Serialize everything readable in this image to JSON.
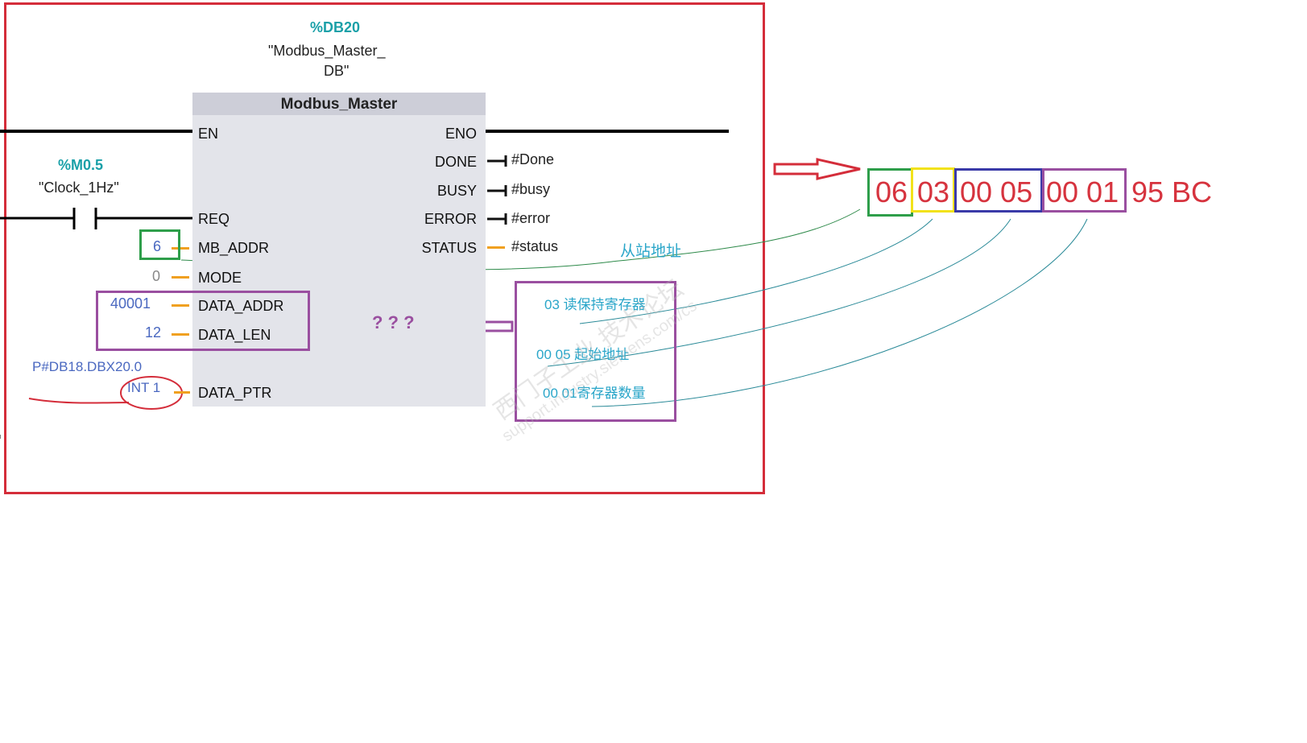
{
  "instance": {
    "address": "%DB20",
    "name_line1": "\"Modbus_Master_",
    "name_line2": "DB\""
  },
  "block": {
    "title": "Modbus_Master",
    "inputs": {
      "en": "EN",
      "req": "REQ",
      "mb_addr": "MB_ADDR",
      "mode": "MODE",
      "data_addr": "DATA_ADDR",
      "data_len": "DATA_LEN",
      "data_ptr": "DATA_PTR"
    },
    "outputs": {
      "eno": "ENO",
      "done": "DONE",
      "busy": "BUSY",
      "error": "ERROR",
      "status": "STATUS"
    }
  },
  "contact": {
    "address": "%M0.5",
    "name": "\"Clock_1Hz\""
  },
  "input_values": {
    "mb_addr": "6",
    "mode": "0",
    "data_addr": "40001",
    "data_len": "12",
    "data_ptr_line1": "P#DB18.DBX20.0",
    "data_ptr_line2": "INT 1"
  },
  "output_values": {
    "done": "#Done",
    "busy": "#busy",
    "error": "#error",
    "status": "#status"
  },
  "annotations": {
    "slave_address": "从站地址",
    "question": "? ? ?",
    "func_code": "03 读保持寄存器",
    "start_addr": "00 05  起始地址",
    "reg_count": "00 01寄存器数量"
  },
  "frame_bytes": {
    "slave": "06",
    "func": "03",
    "start": "00 05",
    "count": "00 01",
    "crc": "95 BC"
  },
  "watermark": {
    "line1": "西门子工业  技术论坛",
    "line2": "support.industry.siemens.com/cs"
  },
  "colors": {
    "frame": "#d42d3a",
    "slave": "#2e9e4a",
    "func": "#f2e21a",
    "start": "#3a3aa8",
    "count": "#9a4fa0",
    "hex_text": "#d6333e",
    "annot": "#2aa6c9"
  }
}
